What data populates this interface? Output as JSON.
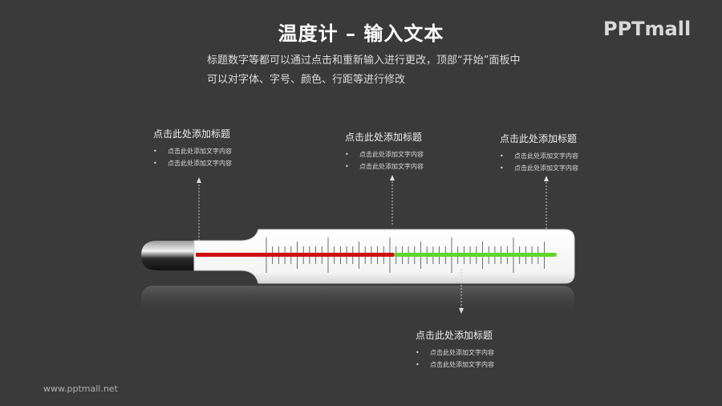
{
  "header": {
    "title": "温度计 – 输入文本",
    "subtitle_line1": "标题数字等都可以通过点击和重新输入进行更改，顶部“开始”面板中",
    "subtitle_line2": "可以对字体、字号、颜色、行距等进行修改",
    "logo": "PPTmall"
  },
  "callouts": [
    {
      "heading": "点击此处添加标题",
      "bullets": [
        "点击此处添加文字内容",
        "点击此处添加文字内容"
      ]
    },
    {
      "heading": "点击此处添加标题",
      "bullets": [
        "点击此处添加文字内容",
        "点击此处添加文字内容"
      ]
    },
    {
      "heading": "点击此处添加标题",
      "bullets": [
        "点击此处添加文字内容",
        "点击此处添加文字内容"
      ]
    },
    {
      "heading": "点击此处添加标题",
      "bullets": [
        "点击此处添加文字内容",
        "点击此处添加文字内容"
      ]
    }
  ],
  "thermometer": {
    "red_color": "#d01010",
    "green_color": "#5fd62a",
    "red_fraction": 0.55
  },
  "footer": {
    "url": "www.pptmall.net"
  }
}
